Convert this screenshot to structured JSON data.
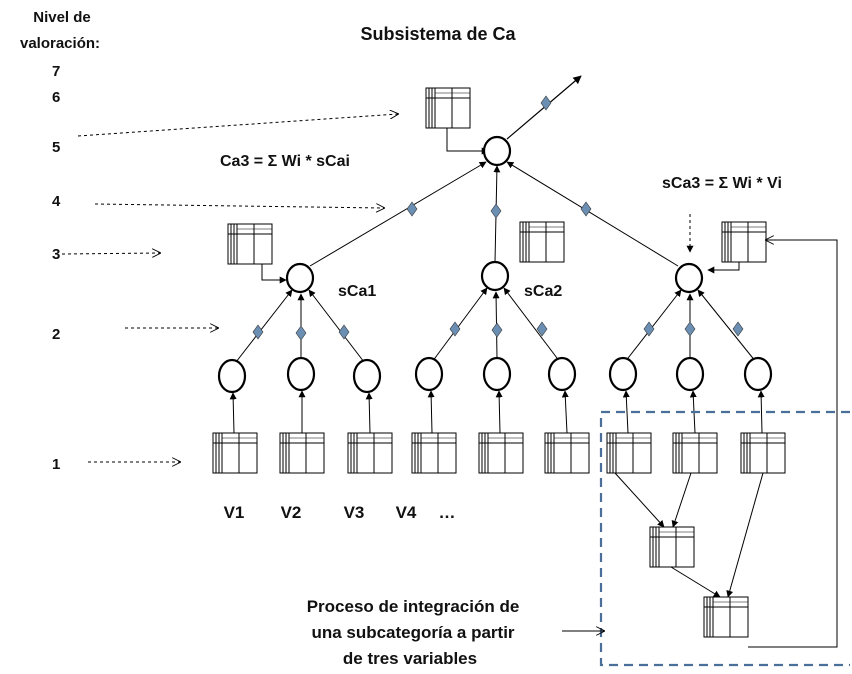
{
  "title": "Subsistema de Ca",
  "level_heading_line1": "Nivel de",
  "level_heading_line2": "valoración:",
  "levels": [
    "7",
    "6",
    "5",
    "4",
    "3",
    "2",
    "1"
  ],
  "formula_top": "Ca3 = Σ Wi * sCai",
  "formula_right": "sCa3 = Σ Wi * Vi",
  "subcategories": [
    "sCa1",
    "sCa2"
  ],
  "variables": [
    "V1",
    "V2",
    "V3",
    "V4",
    "…"
  ],
  "process_caption": [
    "Proceso de integración de",
    "una subcategoría a partir",
    "de tres variables"
  ],
  "colors": {
    "weight_diamond": "#6b8fb3",
    "dashed_box": "#4a6f9a",
    "stroke": "#000000"
  }
}
